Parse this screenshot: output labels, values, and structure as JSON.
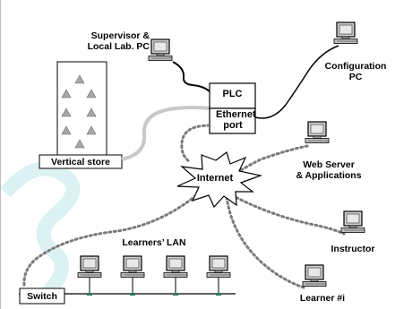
{
  "diagram": {
    "plc_label": "PLC",
    "ethernet_port_label": "Ethernet port",
    "internet_label": "Internet",
    "vertical_store_label": "Vertical store",
    "supervisor_label_line1": "Supervisor &",
    "supervisor_label_line2": "Local Lab. PC",
    "configuration_label_line1": "Configuration",
    "configuration_label_line2": "PC",
    "webserver_label_line1": "Web Server",
    "webserver_label_line2": "& Applications",
    "instructor_label": "Instructor",
    "learner_label": "Learner #i",
    "lan_label": "Learners’ LAN",
    "switch_label": "Switch"
  },
  "colors": {
    "monitor_screen": "#cfcfcf",
    "monitor_body": "#9a9a9a",
    "cable_gray": "#c8c8c8",
    "watermark": "#bfe6ea",
    "triangle_fill": "#a8a8a8",
    "lan_feet": "#2f7a5a"
  }
}
